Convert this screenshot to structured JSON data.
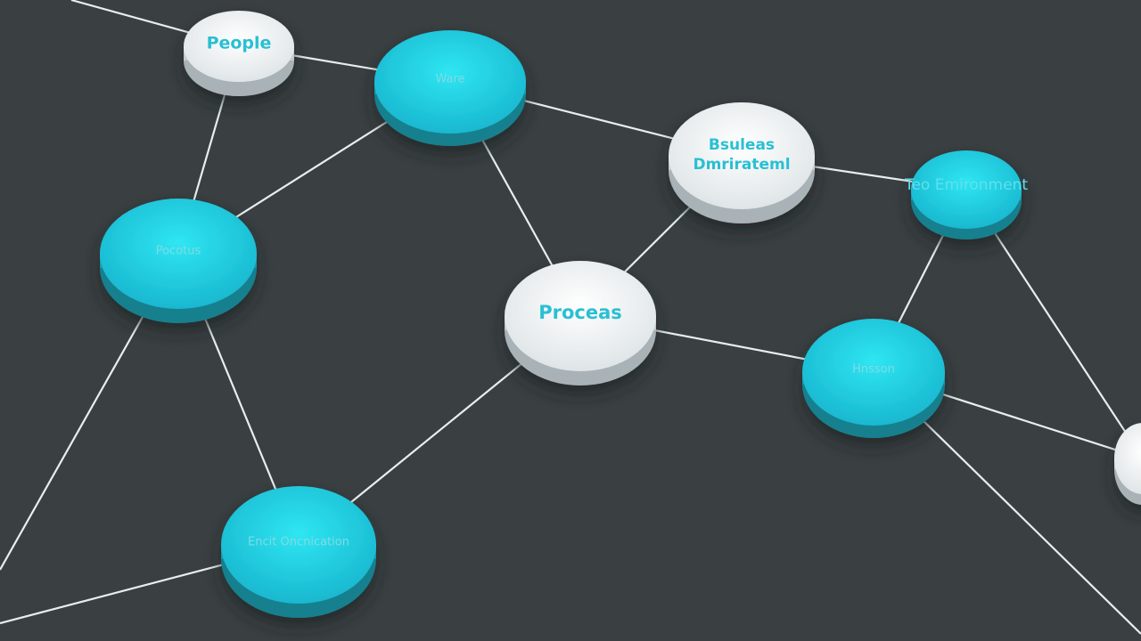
{
  "colors": {
    "background": "#3a3f42",
    "cyan_node": "#22c7dc",
    "white_node": "#eef2f3",
    "edge": "#e6eef0",
    "label_on_white": "#2bbfd3",
    "label_on_cyan": "#7fdbe6"
  },
  "nodes": [
    {
      "id": "people",
      "label": "People",
      "style": "white"
    },
    {
      "id": "ware",
      "label": "Ware",
      "style": "cyan"
    },
    {
      "id": "business",
      "label": "Bsuleas",
      "label2": "Dmrirateml",
      "style": "white"
    },
    {
      "id": "environment",
      "label": "Teo Emironment",
      "style": "cyan"
    },
    {
      "id": "pocotus",
      "label": "Pocotus",
      "style": "cyan"
    },
    {
      "id": "process",
      "label": "Proceas",
      "style": "white"
    },
    {
      "id": "hnsson",
      "label": "Hnsson",
      "style": "cyan"
    },
    {
      "id": "encit",
      "label": "Encit  Oncnication",
      "style": "cyan"
    },
    {
      "id": "offscreen",
      "label": "",
      "style": "white"
    }
  ],
  "edges": [
    [
      "top-left",
      "people"
    ],
    [
      "people",
      "ware"
    ],
    [
      "people",
      "pocotus"
    ],
    [
      "ware",
      "pocotus"
    ],
    [
      "ware",
      "process"
    ],
    [
      "business",
      "process"
    ],
    [
      "business",
      "environment"
    ],
    [
      "ware",
      "business"
    ],
    [
      "environment",
      "hnsson"
    ],
    [
      "environment",
      "offscreen"
    ],
    [
      "process",
      "hnsson"
    ],
    [
      "process",
      "encit"
    ],
    [
      "hnsson",
      "offscreen"
    ],
    [
      "hnsson",
      "bottom-right"
    ],
    [
      "pocotus",
      "encit"
    ],
    [
      "pocotus",
      "left"
    ],
    [
      "encit",
      "bottom-left"
    ]
  ]
}
